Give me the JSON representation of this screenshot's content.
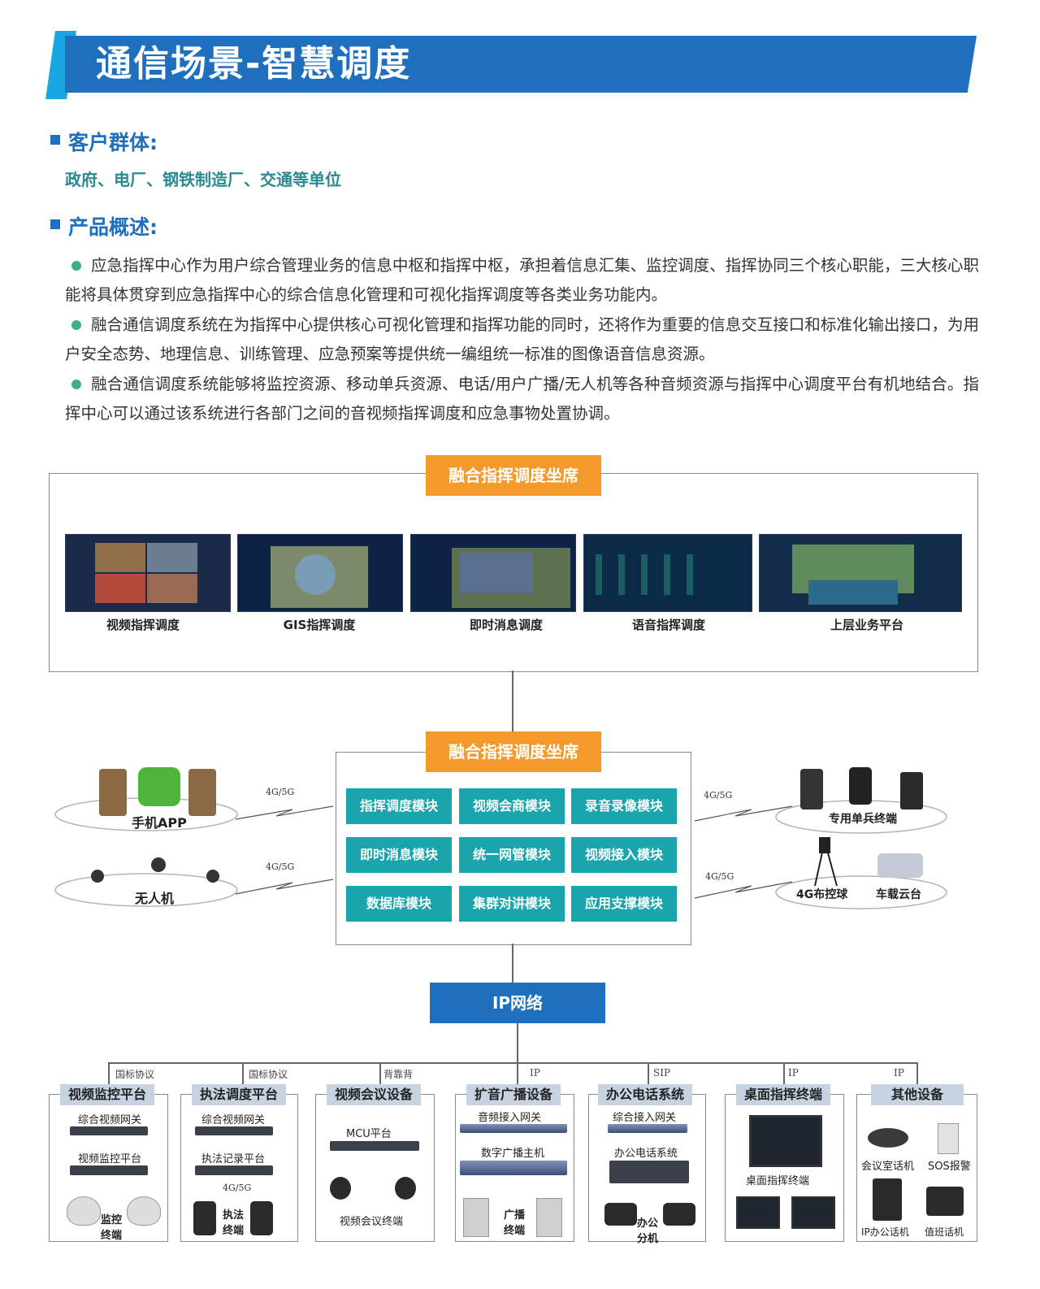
{
  "header": {
    "title": "通信场景-智慧调度"
  },
  "sections": {
    "customers_heading": "客户群体:",
    "customers_text": "政府、电厂、钢铁制造厂、交通等单位",
    "overview_heading": "产品概述:",
    "paragraphs": [
      "应急指挥中心作为用户综合管理业务的信息中枢和指挥中枢，承担着信息汇集、监控调度、指挥协同三个核心职能，三大核心职能将具体贯穿到应急指挥中心的综合信息化管理和可视化指挥调度等各类业务功能内。",
      "融合通信调度系统在为指挥中心提供核心可视化管理和指挥功能的同时，还将作为重要的信息交互接口和标准化输出接口，为用户安全态势、地理信息、训练管理、应急预案等提供统一编组统一标准的图像语音信息资源。",
      "融合通信调度系统能够将监控资源、移动单兵资源、电话/用户广播/无人机等各种音频资源与指挥中心调度平台有机地结合。指挥中心可以通过该系统进行各部门之间的音视频指挥调度和应急事物处置协调。"
    ]
  },
  "diagram": {
    "top_title": "融合指挥调度坐席",
    "screens": [
      "视频指挥调度",
      "GIS指挥调度",
      "即时消息调度",
      "语音指挥调度",
      "上层业务平台"
    ],
    "center_title": "融合指挥调度坐席",
    "modules": [
      "指挥调度模块",
      "视频会商模块",
      "录音录像模块",
      "即时消息模块",
      "统一网管模块",
      "视频接入模块",
      "数据库模块",
      "集群对讲模块",
      "应用支撑模块"
    ],
    "left_clouds": [
      "手机APP",
      "无人机"
    ],
    "right_clouds": [
      "专用单兵终端",
      "4G布控球",
      "车载云台"
    ],
    "link_label": "4G/5G",
    "ip_network": "IP网络",
    "bottom": [
      {
        "title": "视频监控平台",
        "protocol": "国标协议",
        "items": [
          "综合视频网关",
          "视频监控平台",
          "监控\n终端"
        ]
      },
      {
        "title": "执法调度平台",
        "protocol": "国标协议",
        "items": [
          "综合视频网关",
          "执法记录平台",
          "4G/5G",
          "执法\n终端"
        ]
      },
      {
        "title": "视频会议设备",
        "protocol": "背靠背",
        "items": [
          "MCU平台",
          "视频会议终端"
        ]
      },
      {
        "title": "扩音广播设备",
        "protocol": "IP",
        "items": [
          "音频接入网关",
          "数字广播主机",
          "广播\n终端"
        ]
      },
      {
        "title": "办公电话系统",
        "protocol": "SIP",
        "items": [
          "综合接入网关",
          "办公电话系统",
          "办公\n分机"
        ]
      },
      {
        "title": "桌面指挥终端",
        "protocol": "IP",
        "items": [
          "桌面指挥终端"
        ]
      },
      {
        "title": "其他设备",
        "protocol": "IP",
        "items": [
          "会议室话机",
          "SOS报警",
          "IP办公话机",
          "值班话机"
        ]
      }
    ]
  }
}
